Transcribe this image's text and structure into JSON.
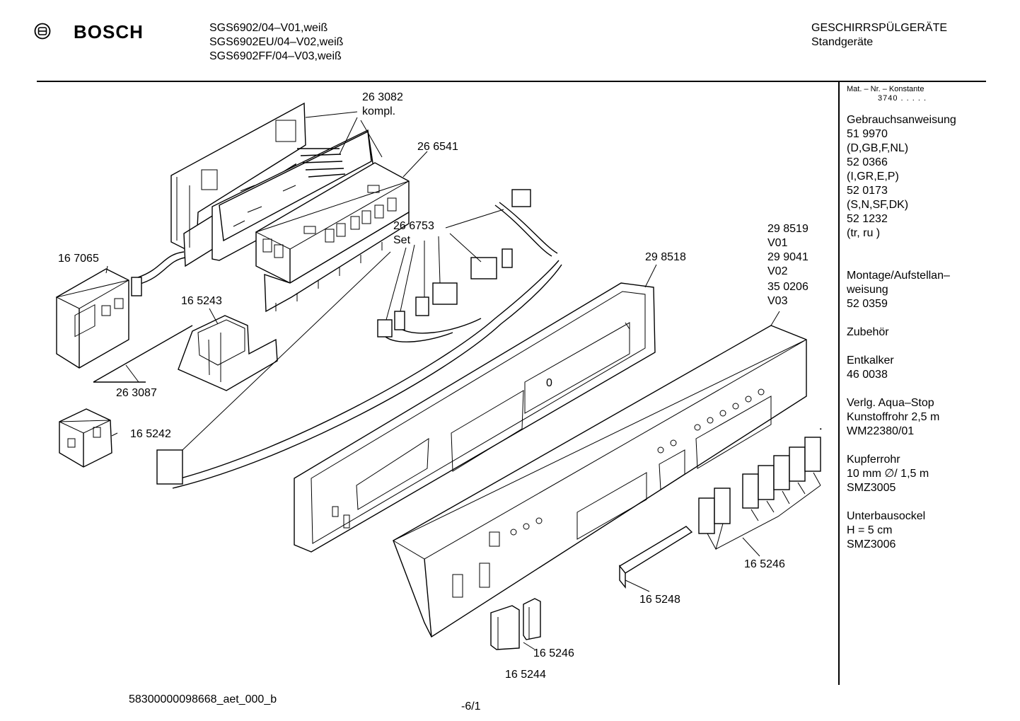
{
  "header": {
    "brand": "BOSCH",
    "models": [
      "SGS6902/04–V01,weiß",
      "SGS6902EU/04–V02,weiß",
      "SGS6902FF/04–V03,weiß"
    ],
    "category": "GESCHIRRSPÜLGERÄTE",
    "subcategory": "Standgeräte"
  },
  "sidebar": {
    "konstante_label": "Mat. – Nr. – Konstante",
    "konstante_value": "3740 .  .  .  .  .",
    "lines1": [
      "Gebrauchsanweisung",
      "51 9970",
      "(D,GB,F,NL)",
      "52 0366",
      "(I,GR,E,P)",
      "52 0173",
      "(S,N,SF,DK)",
      "52 1232",
      "(tr, ru )"
    ],
    "lines2": [
      "Montage/Aufstellan–",
      "weisung",
      "52 0359"
    ],
    "lines3": [
      "Zubehör"
    ],
    "lines4": [
      "Entkalker",
      "46 0038"
    ],
    "lines5": [
      "Verlg. Aqua–Stop",
      "Kunstoffrohr 2,5 m",
      "WM22380/01"
    ],
    "lines6": [
      "Kupferrohr",
      "10 mm ∅/ 1,5 m",
      "SMZ3005"
    ],
    "lines7": [
      "Unterbausockel",
      "H = 5 cm",
      "SMZ3006"
    ]
  },
  "parts": {
    "p263082": "26 3082",
    "p263082b": "kompl.",
    "p266541": "26 6541",
    "p266753": "26 6753",
    "p266753b": "Set",
    "p167065": "16 7065",
    "p165243": "16 5243",
    "p263087": "26 3087",
    "p165242": "16 5242",
    "p298518": "29 8518",
    "p298519": "29 8519",
    "v01": "V01",
    "p299041": "29 9041",
    "v02": "V02",
    "p350206": "35 0206",
    "v03": "V03",
    "p165246a": "16 5246",
    "p165248": "16 5248",
    "p165246b": "16 5246",
    "p165244": "16 5244",
    "zero": "0"
  },
  "footer": {
    "doc_id": "58300000098668_aet_000_b",
    "page": "-6/1"
  }
}
